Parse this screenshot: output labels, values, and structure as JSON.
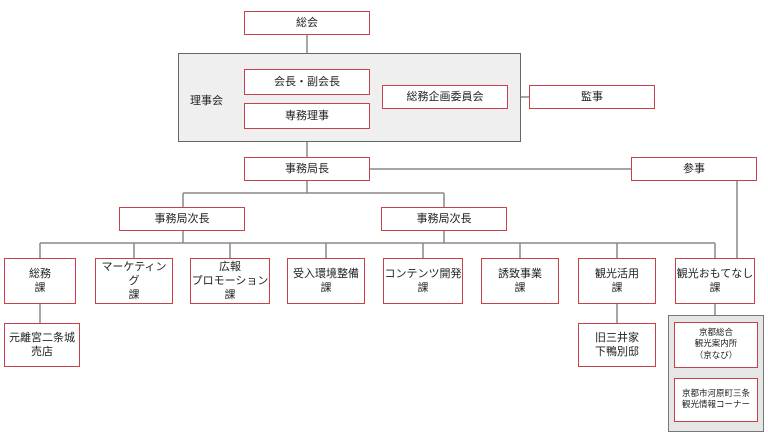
{
  "org_chart": {
    "general_assembly": "総会",
    "board": {
      "label": "理事会",
      "president": "会長・副会長",
      "executive_director": "専務理事",
      "planning_committee": "総務企画委員会"
    },
    "auditor": "監事",
    "secretary_general": "事務局長",
    "counselor": "参事",
    "deputy_directors": [
      "事務局次長",
      "事務局次長"
    ],
    "sections": [
      "総務\n課",
      "マーケティング\n課",
      "広報\nプロモーション\n課",
      "受入環境整備\n課",
      "コンテンツ開発\n課",
      "誘致事業\n課",
      "観光活用\n課",
      "観光おもてなし\n課"
    ],
    "sub_units": {
      "shop": "元離宮二条城\n売店",
      "residence": "旧三井家\n下鴨別邸",
      "info_center": "京都総合\n観光案内所\n（京なび）",
      "info_corner": "京都市河原町三条\n観光情報コーナー"
    }
  },
  "colors": {
    "box_border": "#c8414a",
    "line": "#888888",
    "board_fill": "#efefef"
  }
}
